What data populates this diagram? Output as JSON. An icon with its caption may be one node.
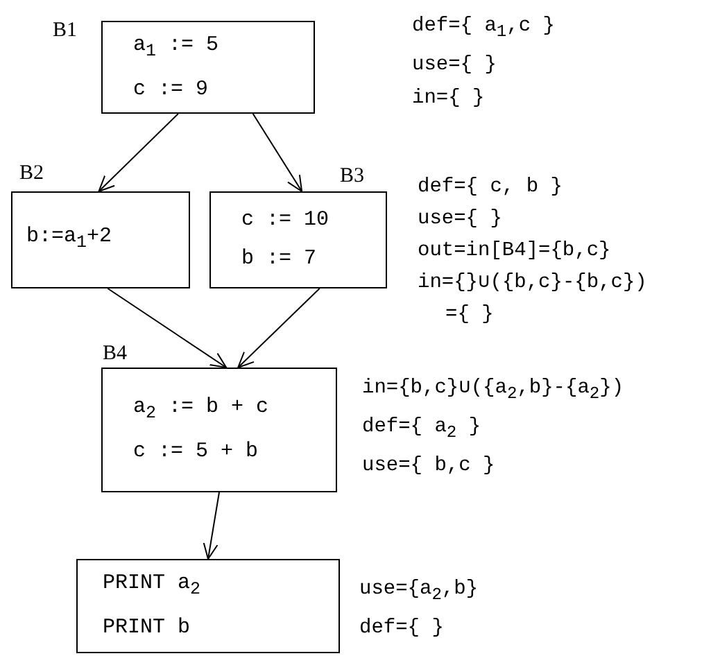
{
  "diagram": {
    "nodes": [
      {
        "text": [
          "B1",
          "a$_{1}$ := 5",
          "c := 9"
        ],
        "beside": [
          "def={ a$_{1}$,c }",
          "use={ }",
          "in={ }"
        ]
      },
      {
        "text": [
          "B2",
          "b:=a$_{1}$+2"
        ]
      },
      {
        "text": [
          "B3",
          "c := 10",
          "b := 7"
        ],
        "beside": [
          "def={ c, b }",
          "use={ }",
          "out=in[B4]={b,c}",
          "in={}∪({b,c}-{b,c})",
          "={ }"
        ]
      },
      {
        "text": [
          "B4",
          "a$_{2}$ := b + c",
          "c := 5 + b"
        ],
        "beside": [
          "in={b,c}∪({a$_{2}$,b}-{a$_{2}$})",
          "def={ a$_{2}$ }",
          "use={ b,c }"
        ]
      },
      {
        "text": [
          "PRINT a$_{2}$",
          "PRINT b"
        ],
        "beside": [
          "use={a$_{2}$,b}",
          "def={ }"
        ]
      }
    ],
    "edges": [
      {
        "from": 0,
        "to": 1,
        "arrow": "to"
      },
      {
        "from": 0,
        "to": 2,
        "arrow": "to"
      },
      {
        "from": 1,
        "to": 3,
        "arrow": "to"
      },
      {
        "from": 2,
        "to": 3,
        "arrow": "to"
      },
      {
        "from": 3,
        "to": 4,
        "arrow": "to"
      }
    ]
  }
}
